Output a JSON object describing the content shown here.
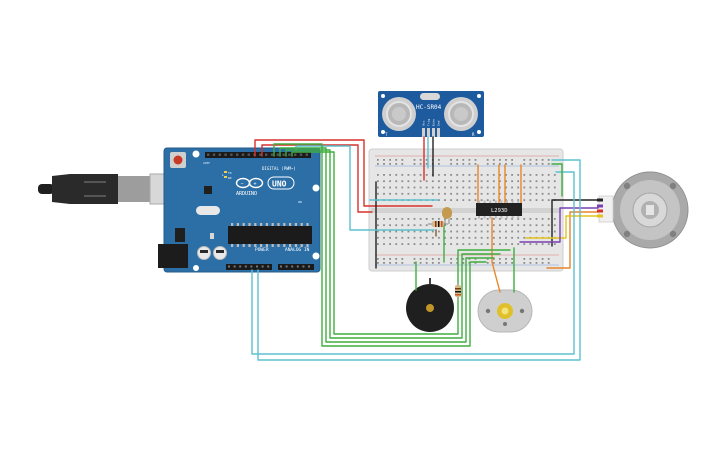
{
  "arduino": {
    "brand_label": "ARDUINO",
    "model_label": "UNO",
    "digital_label": "DIGITAL (PWM~)",
    "power_label": "POWER",
    "analog_label": "ANALOG IN",
    "tx_label": "TX",
    "rx_label": "RX",
    "l_label": "L",
    "on_label": "ON",
    "aref_label": "AREF"
  },
  "sensor": {
    "model_label": "HC-SR04",
    "pins": [
      "Vcc",
      "Trig",
      "Echo",
      "Gnd"
    ],
    "t_label": "T",
    "r_label": "R"
  },
  "driver": {
    "chip_label": "L293D"
  },
  "colors": {
    "board": "#2c6fa7",
    "board_dark": "#1f5788",
    "breadboard": "#e6e6e6",
    "wire_red": "#d9302c",
    "wire_green": "#3fae3f",
    "wire_cyan": "#5bc0cf",
    "wire_orange": "#e8862a",
    "wire_black": "#222222",
    "wire_purple": "#7a3fb4",
    "wire_yellow": "#e4c21c",
    "wire_brown": "#8a5a2b"
  },
  "icons": {
    "usb": "usb-cable-icon",
    "buzzer": "piezo-buzzer-icon",
    "dc_motor": "dc-motor-icon",
    "stepper": "stepper-motor-icon",
    "resistor": "resistor-icon",
    "led": "led-icon"
  }
}
